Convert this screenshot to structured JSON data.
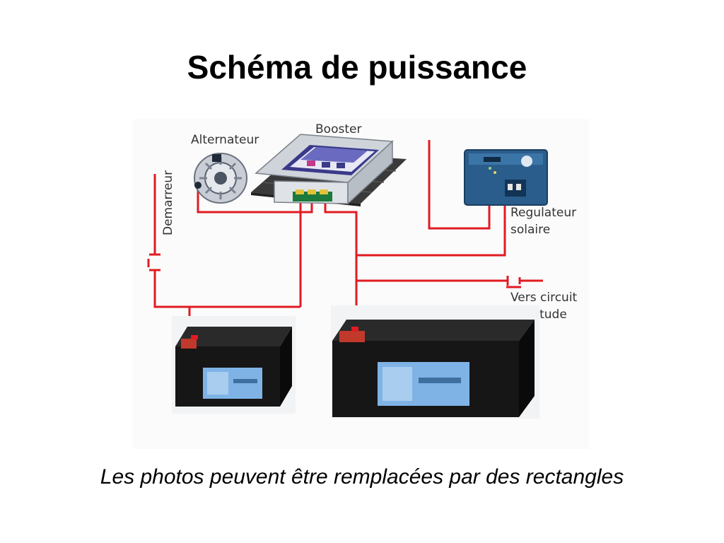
{
  "title": "Schéma de puissance",
  "caption": "Les photos peuvent être remplacées par des rectangles",
  "diagram": {
    "labels": {
      "alternator": "Alternateur",
      "booster": "Booster",
      "starter": "Demarreur",
      "solar_regulator_line1": "Regulateur",
      "solar_regulator_line2": "solaire",
      "service_line1": "Vers circuit",
      "service_line2": "servitude"
    },
    "icons": {
      "alternator": "alternator-photo",
      "booster": "booster-device-photo",
      "regulator": "solar-regulator-photo",
      "battery_start": "battery-photo",
      "battery_service": "battery-photo",
      "switch": "switch-symbol"
    },
    "colors": {
      "wire": "#e21b22",
      "battery_body": "#161616",
      "battery_label": "#7fb3e6",
      "regulator_body": "#2a5d8c",
      "booster_panel": "#3a3a8a"
    }
  }
}
